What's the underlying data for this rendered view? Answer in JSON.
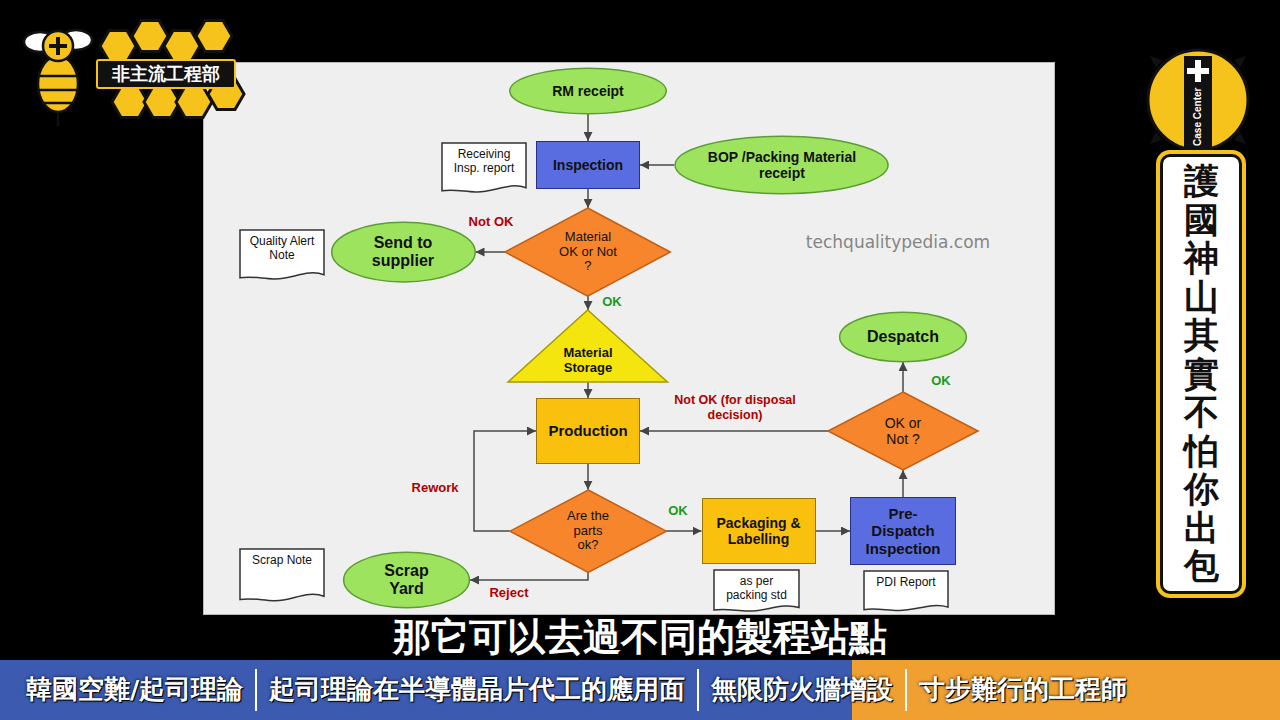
{
  "diagram": {
    "nodes": [
      {
        "text": [
          "非主流工程部"
        ]
      },
      {
        "text": [
          "Case Center"
        ]
      },
      {
        "text": [
          "護國神山其實不怕你出包"
        ]
      },
      {
        "text": [
          "RM receipt"
        ]
      },
      {
        "text": [
          "Receiving Insp. report"
        ]
      },
      {
        "text": [
          "Inspection"
        ]
      },
      {
        "text": [
          "BOP /Packing Material receipt"
        ]
      },
      {
        "text": [
          "Quality Alert Note"
        ]
      },
      {
        "text": [
          "Send to supplier"
        ]
      },
      {
        "text": [
          "Material OK or Not ?"
        ]
      },
      {
        "text": [
          "Material Storage"
        ]
      },
      {
        "text": [
          "Despatch"
        ]
      },
      {
        "text": [
          "Production"
        ]
      },
      {
        "text": [
          "OK or Not ?"
        ]
      },
      {
        "text": [
          "Are the parts ok?"
        ]
      },
      {
        "text": [
          "Packaging & Labelling"
        ]
      },
      {
        "text": [
          "Pre-Dispatch Inspection"
        ]
      },
      {
        "text": [
          "Scrap Note"
        ]
      },
      {
        "text": [
          "Scrap Yard"
        ]
      },
      {
        "text": [
          "as per packing std"
        ]
      },
      {
        "text": [
          "PDI Report"
        ]
      },
      {
        "text": [
          "韓國空難/起司理論"
        ]
      },
      {
        "text": [
          "起司理論在半導體晶片代工的應用面"
        ]
      },
      {
        "text": [
          "無限防火牆增設"
        ]
      },
      {
        "text": [
          "寸步難行的工程師"
        ]
      }
    ],
    "edges": [
      {
        "from": 3,
        "to": 5,
        "arrow": "to"
      },
      {
        "from": 6,
        "to": 5,
        "arrow": "to"
      },
      {
        "from": 5,
        "to": 9,
        "arrow": "to"
      },
      {
        "from": 9,
        "to": 8,
        "label": "Not OK",
        "arrow": "to"
      },
      {
        "from": 9,
        "to": 10,
        "label": "OK",
        "arrow": "to"
      },
      {
        "from": 10,
        "to": 12,
        "arrow": "to"
      },
      {
        "from": 12,
        "to": 14,
        "arrow": "to"
      },
      {
        "from": 14,
        "to": 12,
        "label": "Rework",
        "arrow": "to"
      },
      {
        "from": 14,
        "to": 15,
        "label": "OK",
        "arrow": "to"
      },
      {
        "from": 14,
        "to": 18,
        "label": "Reject",
        "arrow": "to"
      },
      {
        "from": 15,
        "to": 16,
        "arrow": "to"
      },
      {
        "from": 16,
        "to": 13,
        "arrow": "to"
      },
      {
        "from": 13,
        "to": 11,
        "label": "OK",
        "arrow": "to"
      },
      {
        "from": 13,
        "to": 12,
        "label": "Not OK (for disposal decision)",
        "arrow": "to"
      }
    ],
    "labels": [
      "techqualitypedia.com",
      "那它可以去過不同的製程站點"
    ]
  }
}
